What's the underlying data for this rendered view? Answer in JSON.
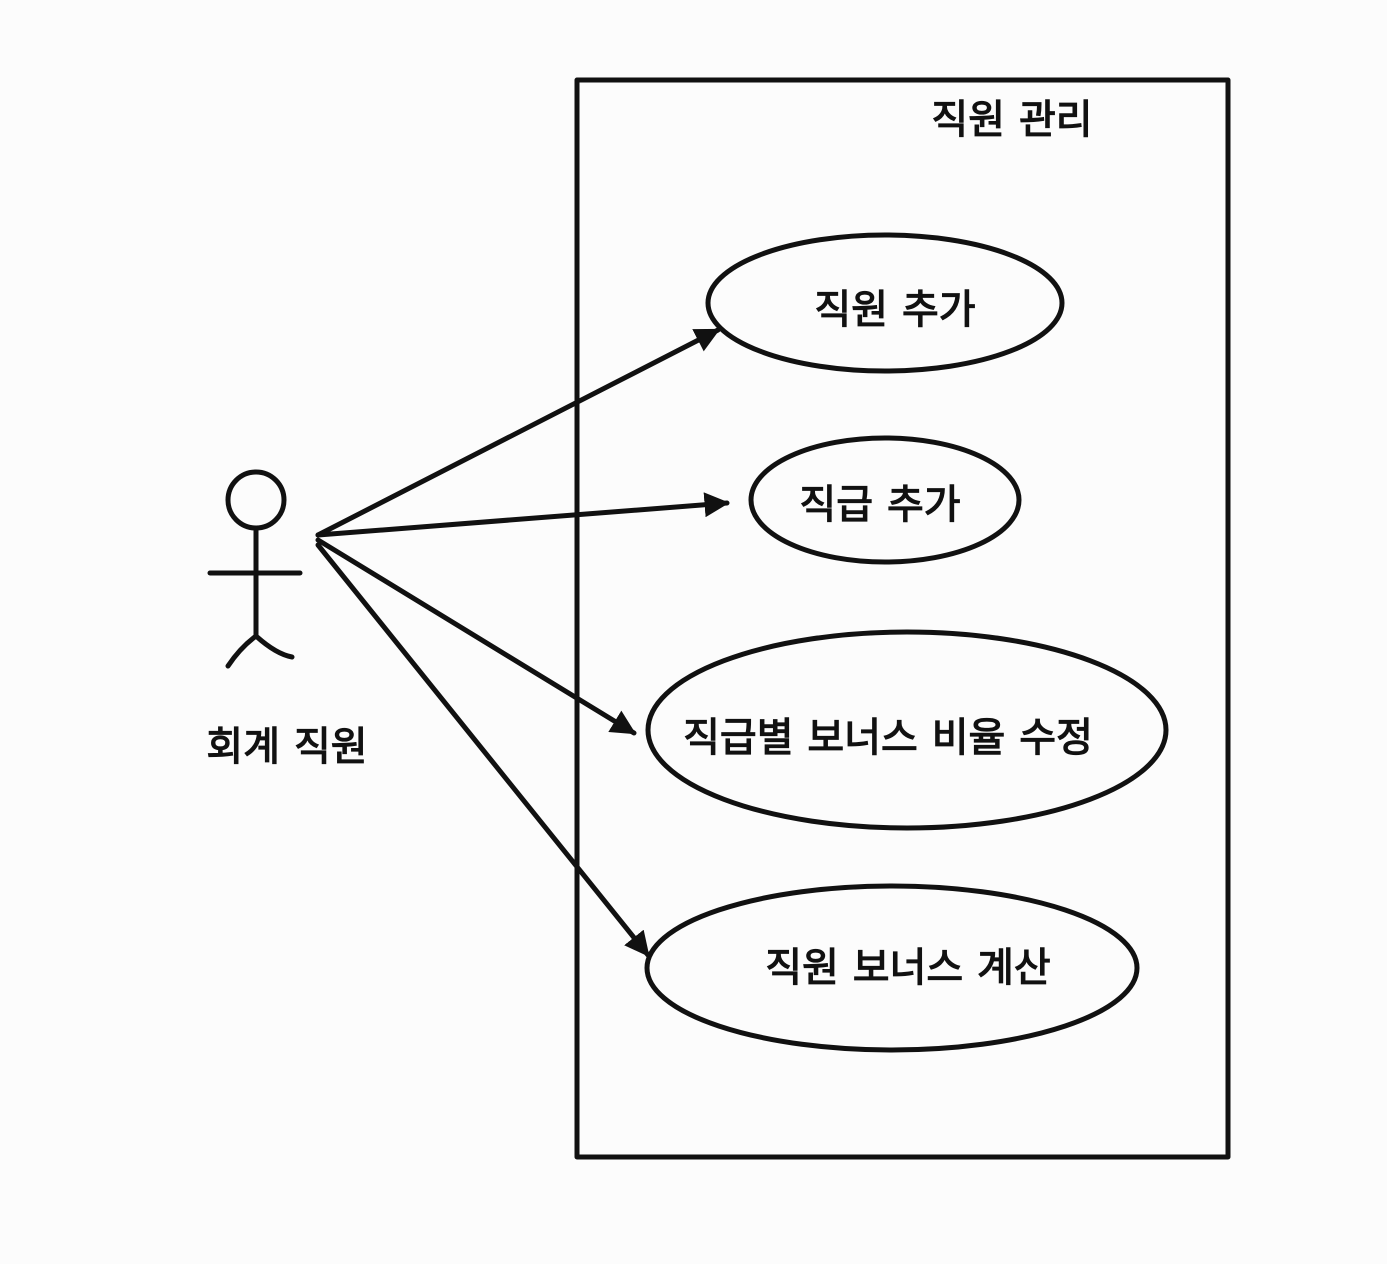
{
  "system": {
    "title": "직원 관리"
  },
  "actor": {
    "name": "회계 직원"
  },
  "use_cases": [
    {
      "label": "직원 추가"
    },
    {
      "label": "직급 추가"
    },
    {
      "label": "직급별 보너스 비율 수정"
    },
    {
      "label": "직원 보너스 계산"
    }
  ],
  "colors": {
    "ink": "#111111",
    "background": "#fcfcfc"
  }
}
